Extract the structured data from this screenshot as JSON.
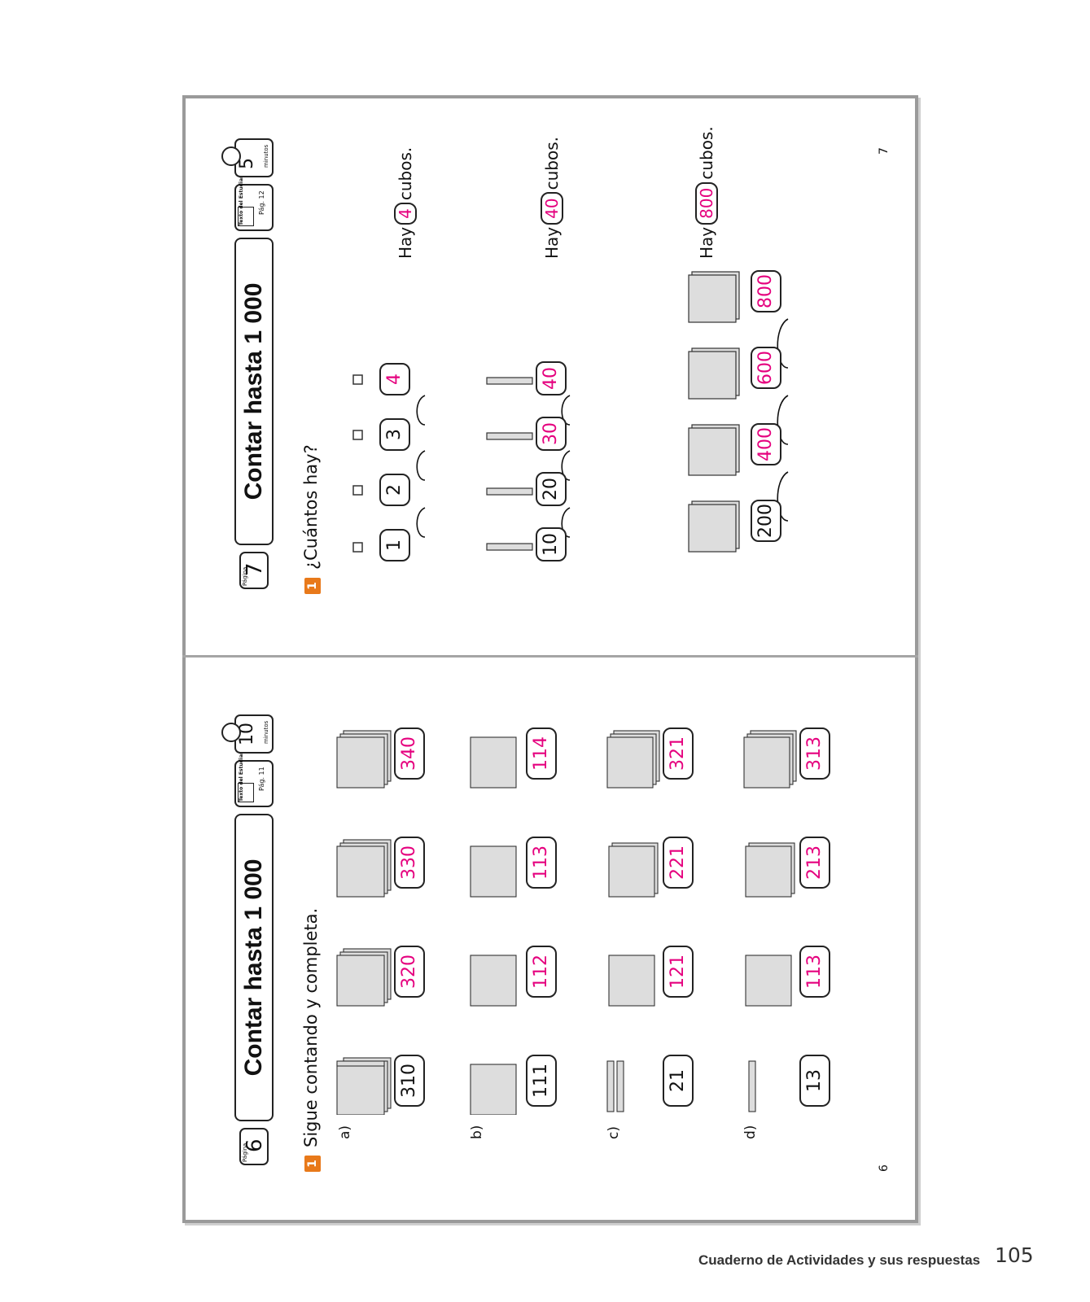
{
  "footer": {
    "text": "Cuaderno de Actividades y sus respuestas",
    "page": "105"
  },
  "top_page": {
    "page_label": "Página",
    "page_number": "7",
    "title": "Contar hasta 1 000",
    "texto_label": "Texto del Estudiante",
    "texto_page": "Pág. 12",
    "minutes": "5",
    "minutes_label": "minutos",
    "badge": "1",
    "instruction": "¿Cuántos hay?",
    "rows": [
      {
        "counts": [
          "1",
          "2",
          "3",
          "4"
        ],
        "answered": [
          false,
          false,
          false,
          true
        ],
        "hay": "Hay",
        "answer": "4",
        "unit": "cubos."
      },
      {
        "counts": [
          "10",
          "20",
          "30",
          "40"
        ],
        "answered": [
          false,
          false,
          true,
          true
        ],
        "hay": "Hay",
        "answer": "40",
        "unit": "cubos."
      },
      {
        "counts": [
          "200",
          "400",
          "600",
          "800"
        ],
        "answered": [
          false,
          true,
          true,
          true
        ],
        "hay": "Hay",
        "answer": "800",
        "unit": "cubos."
      }
    ],
    "folio": "7"
  },
  "bottom_page": {
    "page_label": "Página",
    "page_number": "6",
    "title": "Contar hasta 1 000",
    "texto_label": "Texto del Estudiante",
    "texto_page": "Pág. 11",
    "minutes": "10",
    "minutes_label": "minutos",
    "badge": "1",
    "instruction": "Sigue contando y completa.",
    "rows": [
      {
        "label": "a)",
        "values": [
          "310",
          "320",
          "330",
          "340"
        ],
        "answered": [
          false,
          true,
          true,
          true
        ]
      },
      {
        "label": "b)",
        "values": [
          "111",
          "112",
          "113",
          "114"
        ],
        "answered": [
          false,
          true,
          true,
          true
        ]
      },
      {
        "label": "c)",
        "values": [
          "21",
          "121",
          "221",
          "321"
        ],
        "answered": [
          false,
          true,
          true,
          true
        ]
      },
      {
        "label": "d)",
        "values": [
          "13",
          "113",
          "213",
          "313"
        ],
        "answered": [
          false,
          true,
          true,
          true
        ]
      }
    ],
    "folio": "6"
  }
}
